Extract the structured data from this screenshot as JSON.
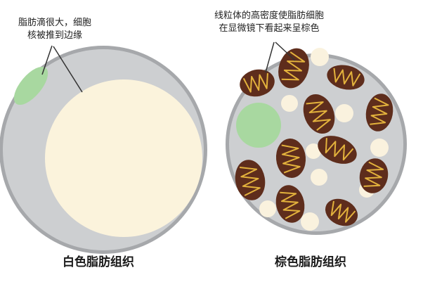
{
  "white_fat": {
    "annotation_lines": [
      "脂肪滴很大，细胞",
      "核被推到边缘"
    ],
    "caption": "白色脂肪组织"
  },
  "brown_fat": {
    "annotation_lines": [
      "线粒体的高密度使脂肪细胞",
      "在显微镜下看起来呈棕色"
    ],
    "caption": "棕色脂肪组织"
  },
  "colors": {
    "cell_membrane": "#a6a8ab",
    "cytoplasm": "#cdcfd1",
    "lipid_droplet": "#fbf3dc",
    "nucleus": "#a8d8a0",
    "mitochondrion": "#5e2d1c",
    "cristae": "#e3b23c",
    "small_lipid": "#faf2de"
  }
}
